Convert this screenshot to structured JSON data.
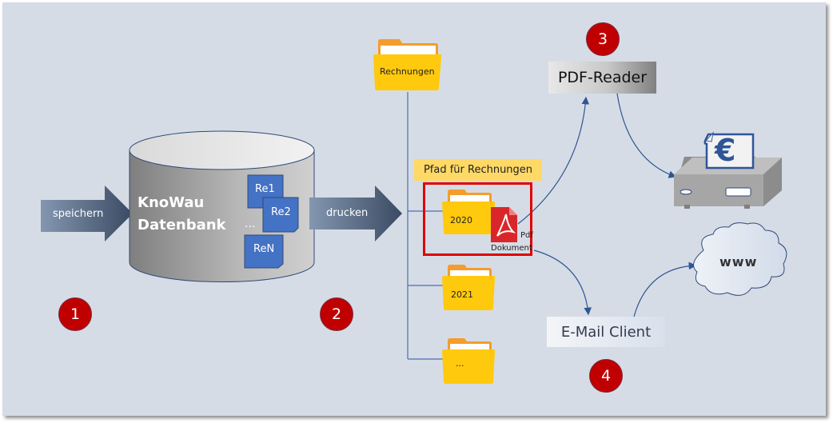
{
  "diagram": {
    "steps": [
      {
        "number": "1",
        "label": "speichern"
      },
      {
        "number": "2",
        "label": "drucken"
      },
      {
        "number": "3",
        "label": "PDF-Reader"
      },
      {
        "number": "4",
        "label": "E-Mail Client"
      }
    ],
    "database": {
      "title_line1": "KnoWau",
      "title_line2": "Datenbank",
      "documents": [
        "Re1",
        "Re2",
        "ReN"
      ],
      "ellipsis": "..."
    },
    "folders": {
      "root": "Rechnungen",
      "path_label": "Pfad für Rechnungen",
      "children": [
        "2020",
        "2021",
        "..."
      ]
    },
    "pdf_document": {
      "line1": "Pdf",
      "line2": "Dokument"
    },
    "pdf_reader": "PDF-Reader",
    "email_client": "E-Mail Client",
    "internet": "www",
    "printer_document_symbol": "€",
    "colors": {
      "background": "#d6dce5",
      "badge": "#c00000",
      "folder": "#ffc90e",
      "folder_tab": "#f59c2b",
      "highlight_border": "#e00000",
      "path_label_bg": "#ffd966",
      "doc_blue": "#4472c4",
      "connector": "#2f5597"
    }
  }
}
